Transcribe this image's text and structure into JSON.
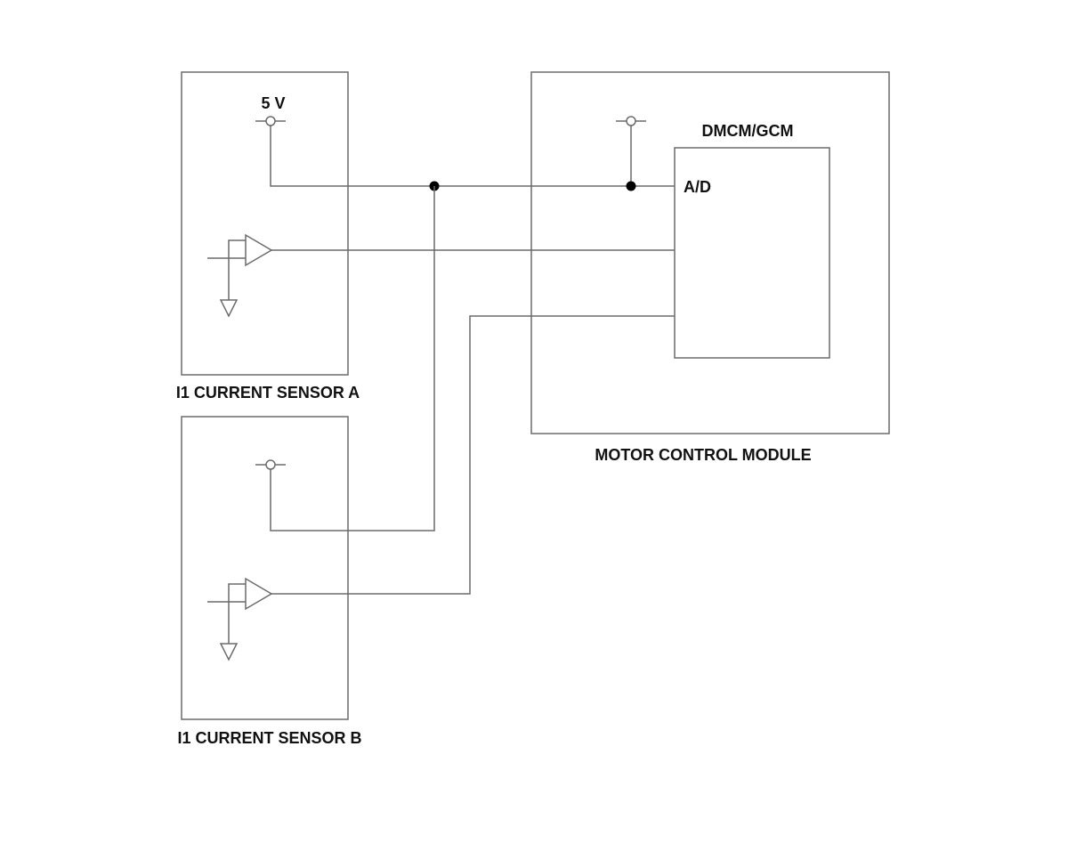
{
  "labels": {
    "supply_voltage": "5 V",
    "controller": "DMCM/GCM",
    "ad_input": "A/D",
    "sensor_a": "I1 CURRENT SENSOR A",
    "sensor_b": "I1 CURRENT SENSOR B",
    "module": "MOTOR CONTROL MODULE"
  },
  "colors": {
    "line": "#6b6b6b",
    "node": "#000000",
    "text": "#111111"
  }
}
